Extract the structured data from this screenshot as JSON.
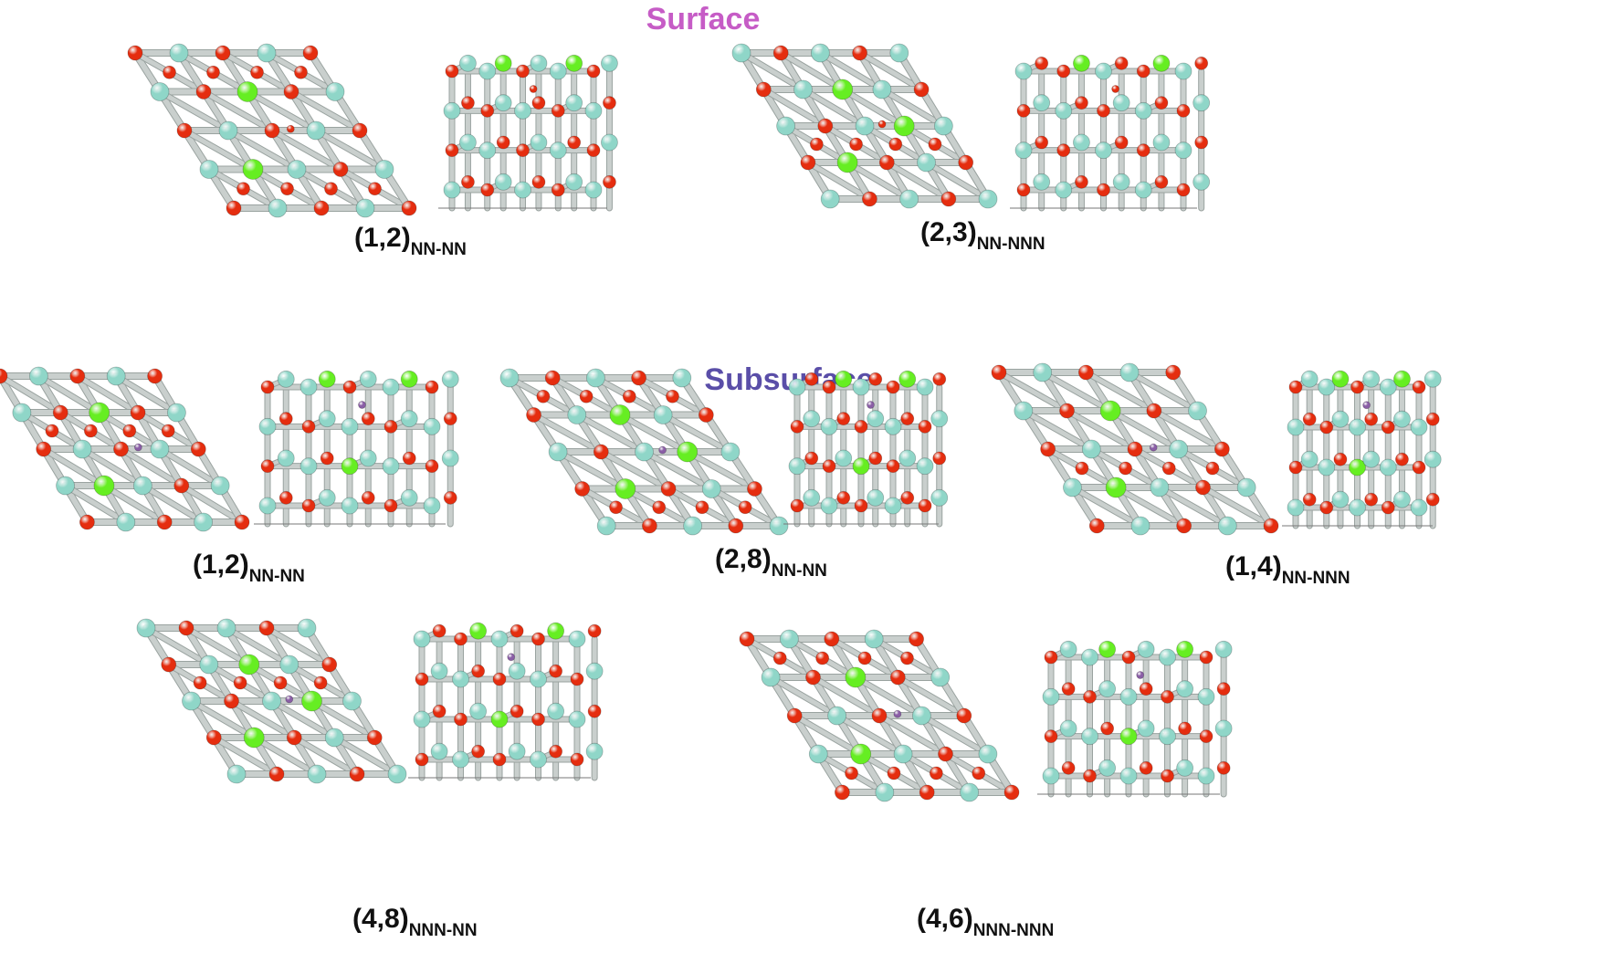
{
  "headings": {
    "surface": "Surface",
    "subsurface": "Subsurface"
  },
  "colors": {
    "surface_heading": "#c65cc6",
    "subsurface_heading": "#5a4ea8",
    "cation_atom": "#8fd6c8",
    "dopant_atom": "#66ee22",
    "oxygen_atom": "#e52d0f",
    "interstitial_atom": "#8a5ea6",
    "bond": "#c9cfcd"
  },
  "configurations": [
    {
      "id": "surface-1-2",
      "section": "surface",
      "pair": "(1,2)",
      "type": "NN-NN"
    },
    {
      "id": "surface-2-3",
      "section": "surface",
      "pair": "(2,3)",
      "type": "NN-NNN"
    },
    {
      "id": "subsurface-1-2",
      "section": "subsurface",
      "pair": "(1,2)",
      "type": "NN-NN"
    },
    {
      "id": "subsurface-2-8",
      "section": "subsurface",
      "pair": "(2,8)",
      "type": "NN-NN"
    },
    {
      "id": "subsurface-1-4",
      "section": "subsurface",
      "pair": "(1,4)",
      "type": "NN-NNN"
    },
    {
      "id": "subsurface-4-8",
      "section": "subsurface",
      "pair": "(4,8)",
      "type": "NNN-NN"
    },
    {
      "id": "subsurface-4-6",
      "section": "subsurface",
      "pair": "(4,6)",
      "type": "NNN-NNN"
    }
  ]
}
